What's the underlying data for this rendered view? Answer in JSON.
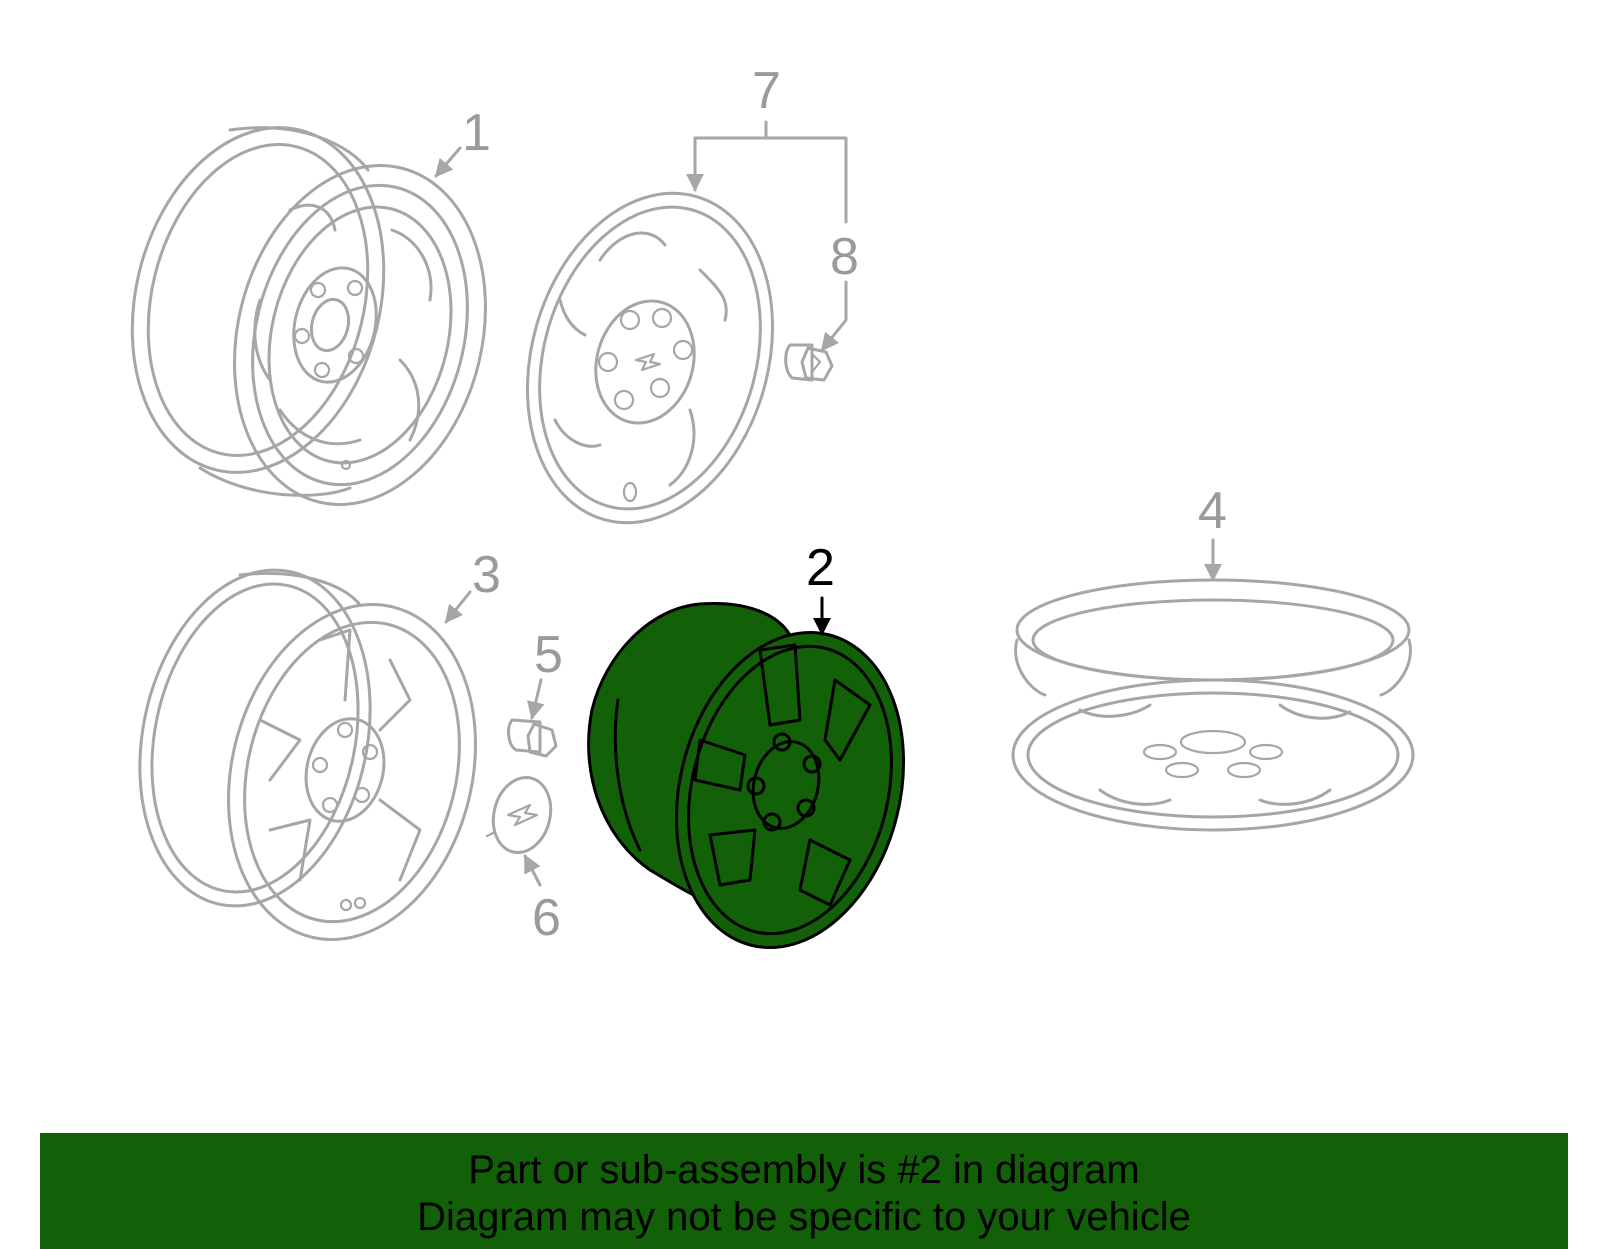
{
  "diagram": {
    "callouts": [
      "1",
      "2",
      "3",
      "4",
      "5",
      "6",
      "7",
      "8"
    ],
    "highlighted_part": "2",
    "highlight_color": "#126108",
    "line_color": "#a6a6a6"
  },
  "banner": {
    "line1": "Part or sub-assembly is #2 in diagram",
    "line2": "Diagram may not be specific to your vehicle",
    "background_color": "#126108"
  }
}
